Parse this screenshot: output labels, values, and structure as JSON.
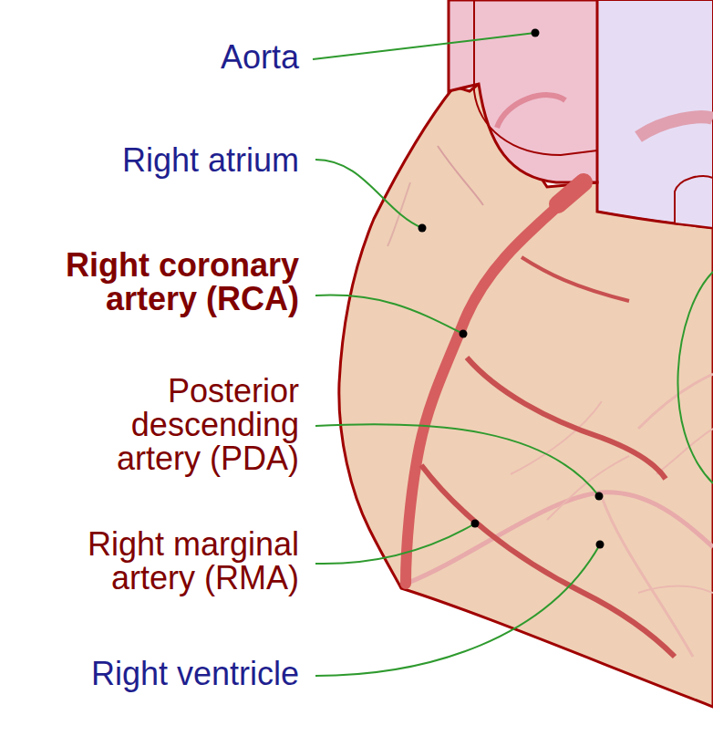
{
  "diagram": {
    "labels": [
      "Aorta",
      "Right atrium",
      "Right coronary artery (RCA)",
      "Posterior descending artery (PDA)",
      "Right marginal artery (RMA)",
      "Right ventricle"
    ]
  }
}
